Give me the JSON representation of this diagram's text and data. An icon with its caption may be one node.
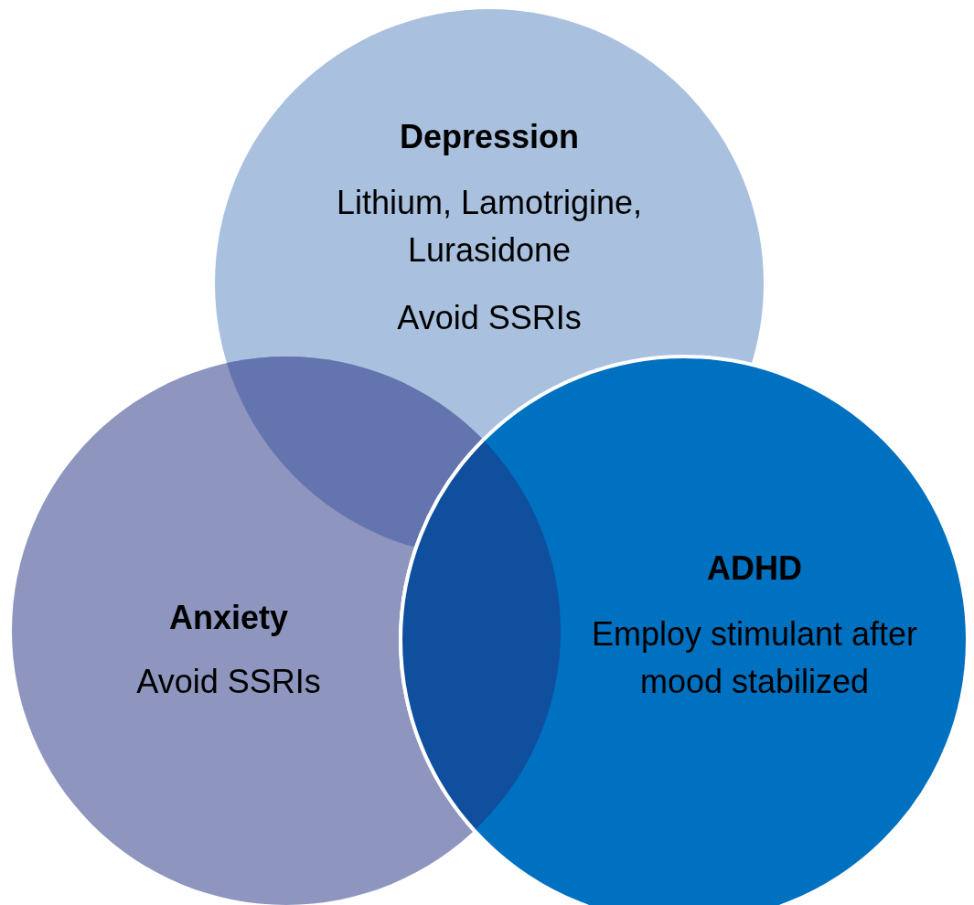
{
  "diagram": {
    "nodes": [
      {
        "text": [
          "Depression",
          "Lithium, Lamotrigine, Lurasidone",
          "Avoid SSRIs"
        ]
      },
      {
        "text": [
          "Anxiety",
          "Avoid SSRIs"
        ]
      },
      {
        "text": [
          "ADHD",
          "Employ stimulant after mood stabilized"
        ]
      }
    ]
  }
}
